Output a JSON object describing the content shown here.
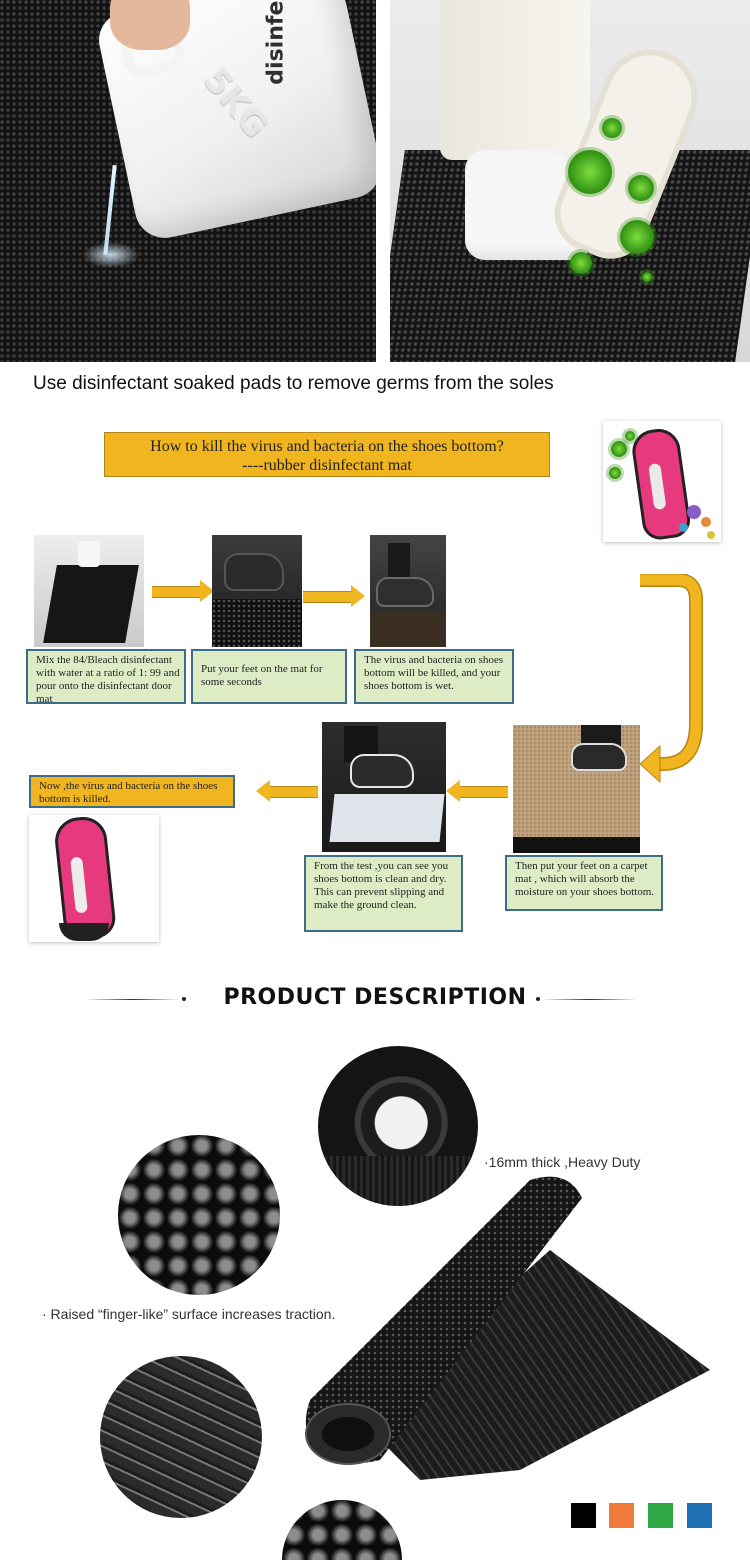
{
  "top_photos": {
    "left_jug_size": "5KG",
    "left_jug_label": "disinfectant",
    "caption": "Use disinfectant soaked pads to remove germs from the soles"
  },
  "infographic": {
    "title_line1": "How to kill the virus and bacteria on the shoes bottom?",
    "title_line2": "----rubber disinfectant mat",
    "steps": [
      {
        "text": "Mix the 84/Bleach disinfectant with water at a ratio of 1: 99 and pour onto the disinfectant door mat"
      },
      {
        "text": "Put your feet on the mat for some seconds"
      },
      {
        "text": "The virus and bacteria on shoes bottom  will be killed, and your shoes bottom is wet."
      },
      {
        "text": "Then put your feet on a carpet mat , which will absorb the moisture on  your shoes bottom."
      },
      {
        "text": "From the test ,you can see you shoes bottom is clean and dry. This can prevent slipping and make the ground clean."
      },
      {
        "text": "Now ,the virus and bacteria on the shoes bottom is killed."
      }
    ],
    "colors": {
      "title_fill": "#f0b51f",
      "step_fill": "#deecc6",
      "step_border": "#3d6d86",
      "arrow": "#f0b51f"
    }
  },
  "product": {
    "heading": "PRODUCT DESCRIPTION",
    "feature_thick": "·16mm thick ,Heavy Duty",
    "feature_surface": "· Raised “finger-like” surface increases traction.",
    "color_options": [
      "#000000",
      "#f07a3a",
      "#2fa745",
      "#1f6fb5"
    ]
  }
}
